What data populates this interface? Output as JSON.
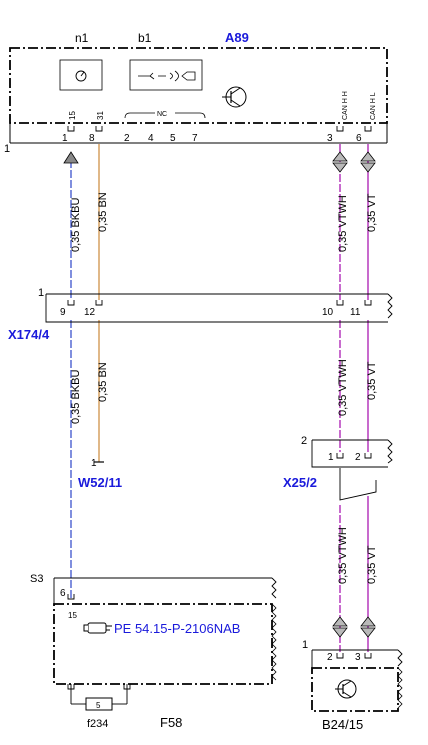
{
  "components": {
    "a89": {
      "label": "A89",
      "sublabels": [
        "n1",
        "b1"
      ],
      "nc_label": "NC"
    },
    "x174": {
      "label": "X174/4",
      "row_number": "1"
    },
    "w52": {
      "label": "W52/11",
      "pin": "1"
    },
    "x25": {
      "label": "X25/2",
      "row_number": "2"
    },
    "f58": {
      "label": "F58",
      "s3_label": "S3",
      "reference": "PE 54.15-P-2106NAB",
      "fuse_number": "5",
      "fuse_label": "f234"
    },
    "b24": {
      "label": "B24/15",
      "row_number": "1"
    }
  },
  "a89_pins": {
    "row_number": "1",
    "numbers": [
      "1",
      "8",
      "2",
      "4",
      "5",
      "7",
      "3",
      "6"
    ],
    "signals": [
      "15",
      "31",
      "CAN H H",
      "CAN H L"
    ]
  },
  "x174_pins": [
    "9",
    "12",
    "10",
    "11"
  ],
  "x25_pins": [
    "1",
    "2"
  ],
  "f58_pins": [
    "6",
    "15"
  ],
  "b24_pins": [
    "2",
    "3"
  ],
  "wires": {
    "left1": "0,35 BKBU",
    "left2": "0,35 BN",
    "right1": "0,35 VTWH",
    "right2": "0,35 VT"
  },
  "colors": {
    "blue_label": "#1a1adb",
    "bkbu_wire": "#4a5fd0",
    "bn_wire": "#d29a55",
    "vt_wire": "#b02cb8",
    "wire_grey": "#888888"
  }
}
